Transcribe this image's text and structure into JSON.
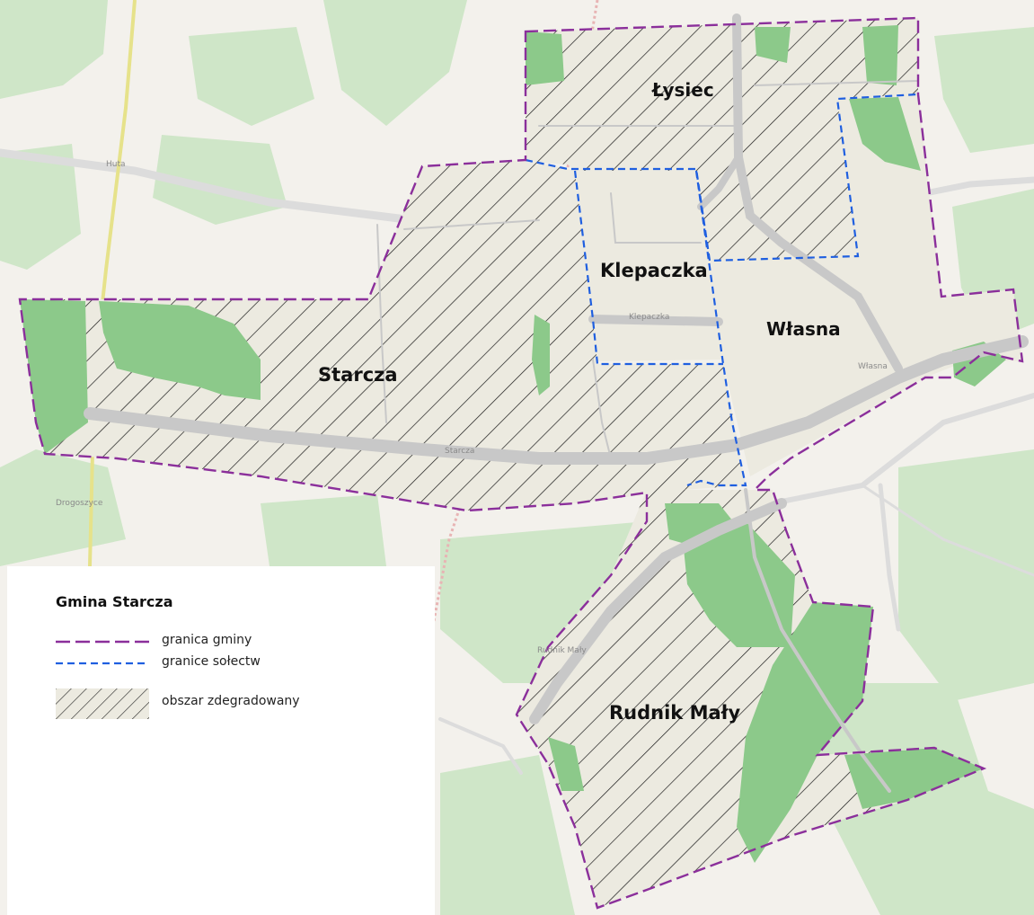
{
  "map": {
    "villages": [
      {
        "id": "lysiec",
        "name": "Łysiec"
      },
      {
        "id": "klepaczka",
        "name": "Klepaczka"
      },
      {
        "id": "wlasna",
        "name": "Własna"
      },
      {
        "id": "starcza",
        "name": "Starcza"
      },
      {
        "id": "rudnik",
        "name": "Rudnik Mały"
      }
    ],
    "street_labels": [
      {
        "id": "street-starcza",
        "text": "Starcza"
      },
      {
        "id": "street-klepaczka",
        "text": "Klepaczka"
      },
      {
        "id": "street-wlasna",
        "text": "Własna"
      },
      {
        "id": "street-rudnik",
        "text": "Rudnik Mały"
      },
      {
        "id": "street-drogoszyce",
        "text": "Drogoszyce"
      },
      {
        "id": "street-huta",
        "text": "Huta"
      }
    ],
    "colors": {
      "gmina_border": "#8b2f9b",
      "solectwo_border": "#1f5fe0",
      "forest": "#8cc98a",
      "area_fill": "#eceae0",
      "hatch": "#1a1a1a",
      "road": "#c8c8c8"
    }
  },
  "legend": {
    "title": "Gmina Starcza",
    "items": [
      {
        "label": "granica gminy",
        "symbol": "dashed-line-purple"
      },
      {
        "label": "granice sołectw",
        "symbol": "dashed-line-blue"
      },
      {
        "label": "obszar zdegradowany",
        "symbol": "hatched-area"
      }
    ]
  }
}
